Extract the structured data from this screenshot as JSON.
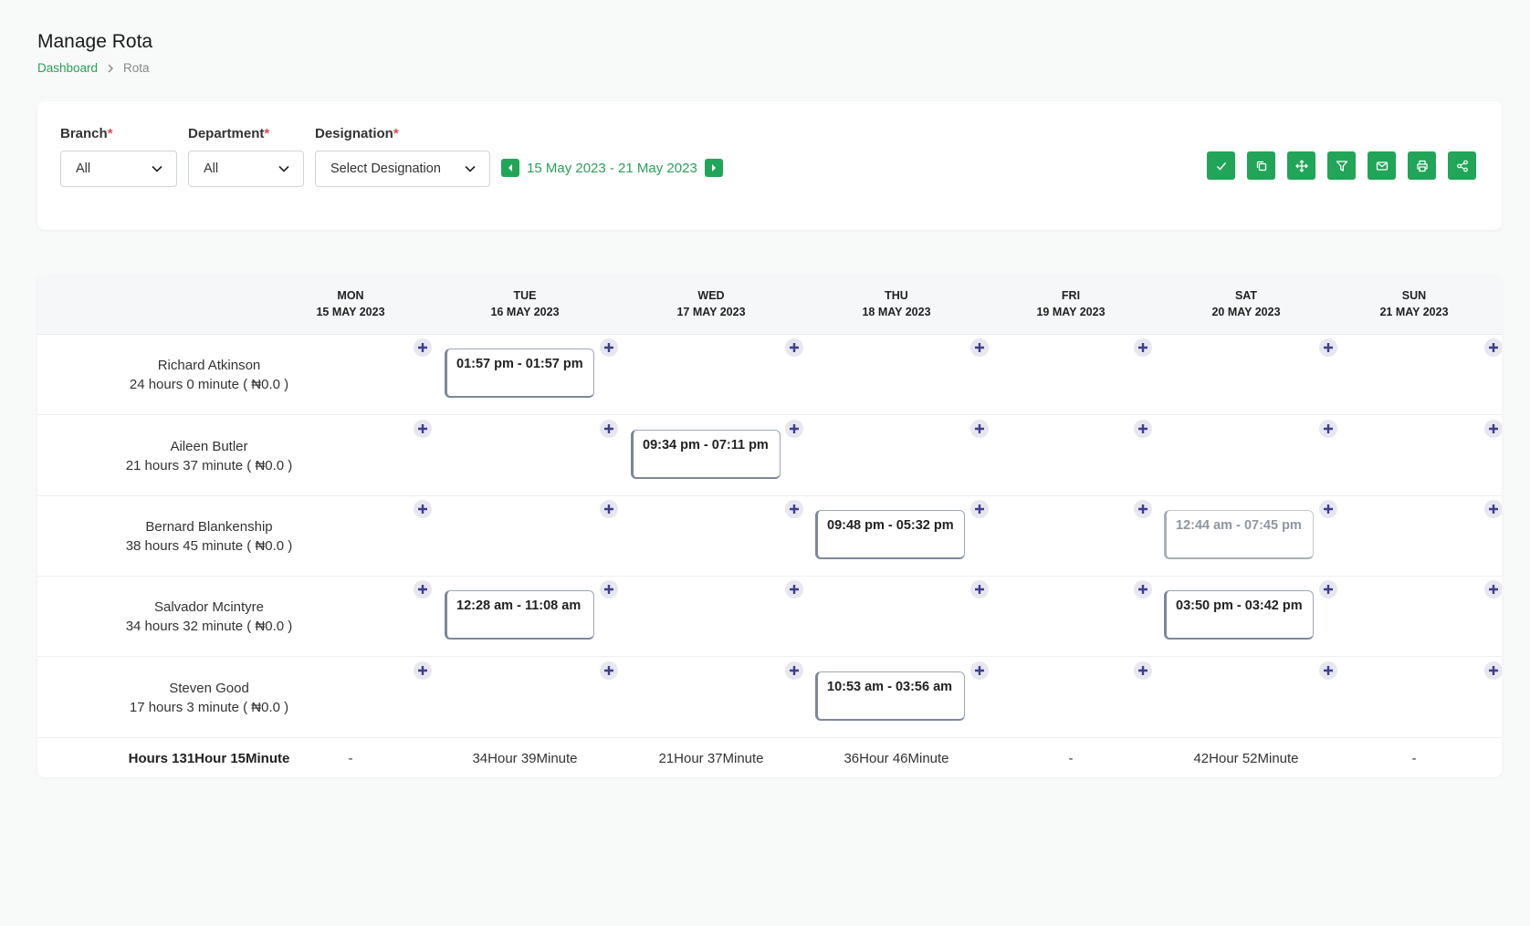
{
  "page": {
    "title": "Manage Rota",
    "breadcrumb": {
      "home": "Dashboard",
      "current": "Rota"
    }
  },
  "filters": {
    "branch": {
      "label": "Branch",
      "required_mark": "*",
      "value": "All"
    },
    "department": {
      "label": "Department",
      "required_mark": "*",
      "value": "All"
    },
    "designation": {
      "label": "Designation",
      "required_mark": "*",
      "value": "Select Designation"
    },
    "date_range": "15 May 2023 - 21 May 2023"
  },
  "toolbar_icons": [
    "check-icon",
    "copy-icon",
    "move-icon",
    "filter-icon",
    "mail-icon",
    "print-icon",
    "share-icon"
  ],
  "days": [
    {
      "day": "MON",
      "date": "15 MAY 2023"
    },
    {
      "day": "TUE",
      "date": "16 MAY 2023"
    },
    {
      "day": "WED",
      "date": "17 MAY 2023"
    },
    {
      "day": "THU",
      "date": "18 MAY 2023"
    },
    {
      "day": "FRI",
      "date": "19 MAY 2023"
    },
    {
      "day": "SAT",
      "date": "20 MAY 2023"
    },
    {
      "day": "SUN",
      "date": "21 MAY 2023"
    }
  ],
  "employees": [
    {
      "name": "Richard Atkinson",
      "info": "24 hours 0 minute ( ₦0.0 )",
      "shifts": [
        "",
        "01:57 pm - 01:57 pm",
        "",
        "",
        "",
        "",
        ""
      ]
    },
    {
      "name": "Aileen Butler",
      "info": "21 hours 37 minute ( ₦0.0 )",
      "shifts": [
        "",
        "",
        "09:34 pm - 07:11 pm",
        "",
        "",
        "",
        ""
      ]
    },
    {
      "name": "Bernard Blankenship",
      "info": "38 hours 45 minute ( ₦0.0 )",
      "shifts": [
        "",
        "",
        "",
        "09:48 pm - 05:32 pm",
        "",
        "12:44 am - 07:45 pm",
        ""
      ]
    },
    {
      "name": "Salvador Mcintyre",
      "info": "34 hours 32 minute ( ₦0.0 )",
      "shifts": [
        "",
        "12:28 am - 11:08 am",
        "",
        "",
        "",
        "03:50 pm - 03:42 pm",
        ""
      ]
    },
    {
      "name": "Steven Good",
      "info": "17 hours 3 minute ( ₦0.0 )",
      "shifts": [
        "",
        "",
        "",
        "10:53 am - 03:56 am",
        "",
        "",
        ""
      ]
    }
  ],
  "muted_shift": {
    "row": 2,
    "day": 5
  },
  "totals": {
    "label": "Hours 131Hour 15Minute",
    "days": [
      "-",
      "34Hour 39Minute",
      "21Hour 37Minute",
      "36Hour 46Minute",
      "-",
      "42Hour 52Minute",
      "-"
    ]
  },
  "colors": {
    "accent": "#21a558",
    "add_button": "#3f3d8f"
  }
}
